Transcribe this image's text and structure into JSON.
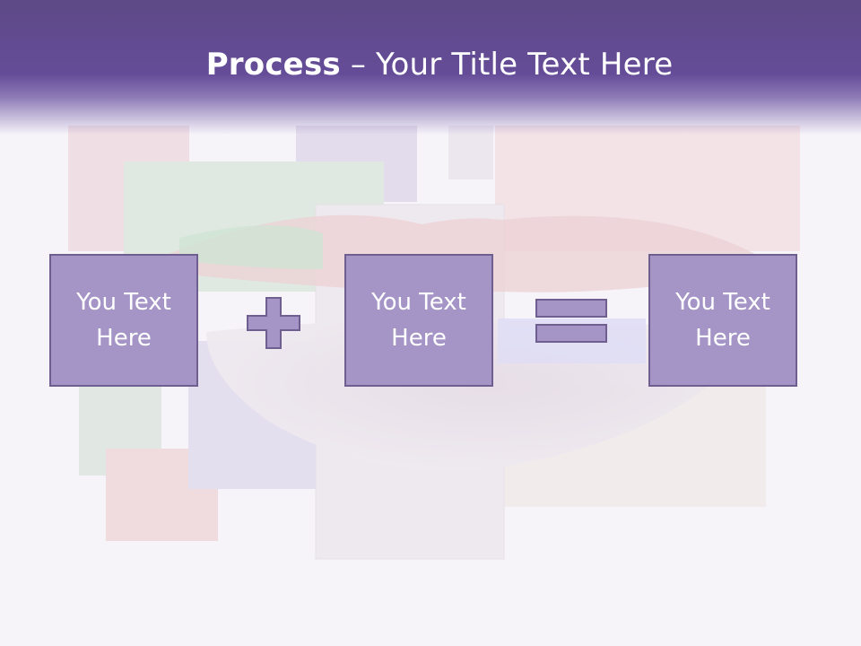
{
  "slide": {
    "title_bold": "Process",
    "title_rest": " – Your Title Text Here"
  },
  "process": {
    "box1_line1": "You Text",
    "box1_line2": "Here",
    "box2_line1": "You Text",
    "box2_line2": "Here",
    "box3_line1": "You Text",
    "box3_line2": "Here"
  },
  "colors": {
    "header": "#654c98",
    "box_fill": "#a595c7",
    "box_border": "#6f5f91"
  },
  "icons": [
    "plus-icon",
    "equals-icon"
  ]
}
